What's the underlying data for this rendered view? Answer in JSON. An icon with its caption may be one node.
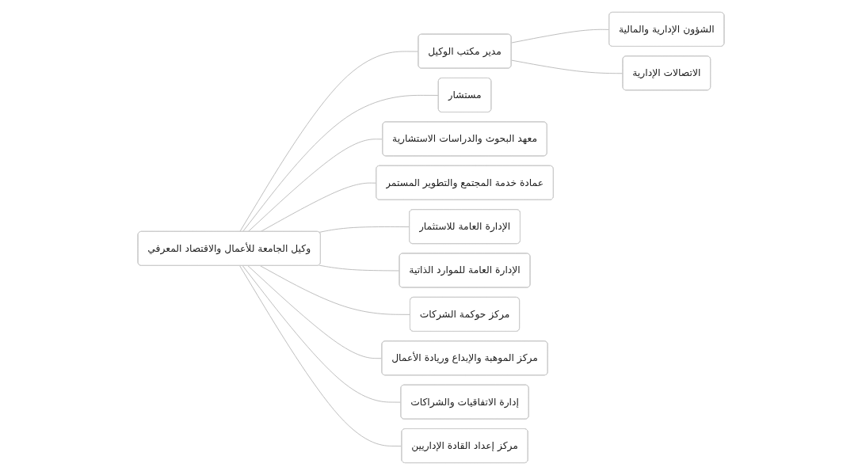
{
  "diagram": {
    "nodes": [
      {
        "text": [
          "وكيل الجامعة للأعمال والاقتصاد المعرفي"
        ]
      },
      {
        "text": [
          "مدير مكتب الوكيل"
        ]
      },
      {
        "text": [
          "مستشار"
        ]
      },
      {
        "text": [
          "الشؤون الإدارية والمالية"
        ]
      },
      {
        "text": [
          "معهد البحوث والدراسات الاستشارية"
        ]
      },
      {
        "text": [
          "الاتصالات الإدارية"
        ]
      },
      {
        "text": [
          "عمادة خدمة المجتمع والتطوير المستمر"
        ]
      },
      {
        "text": [
          "الإدارة العامة للاستثمار"
        ]
      },
      {
        "text": [
          "الإدارة العامة للموارد الذاتية"
        ]
      },
      {
        "text": [
          "مركز حوكمة الشركات"
        ]
      },
      {
        "text": [
          "مركز الموهبة والإبداع وريادة الأعمال"
        ]
      },
      {
        "text": [
          "إدارة الاتفاقيات والشراكات"
        ]
      },
      {
        "text": [
          "مركز إعداد القادة الإداريين"
        ]
      }
    ],
    "edges": [
      {
        "from": 0,
        "to": 1,
        "arrow": "none"
      },
      {
        "from": 0,
        "to": 2,
        "arrow": "none"
      },
      {
        "from": 1,
        "to": 3,
        "arrow": "none"
      },
      {
        "from": 1,
        "to": 5,
        "arrow": "none"
      },
      {
        "from": 0,
        "to": 4,
        "arrow": "none"
      },
      {
        "from": 0,
        "to": 6,
        "arrow": "none"
      },
      {
        "from": 0,
        "to": 7,
        "arrow": "none"
      },
      {
        "from": 0,
        "to": 8,
        "arrow": "none"
      },
      {
        "from": 0,
        "to": 9,
        "arrow": "none"
      },
      {
        "from": 0,
        "to": 10,
        "arrow": "none"
      },
      {
        "from": 0,
        "to": 11,
        "arrow": "none"
      },
      {
        "from": 0,
        "to": 12,
        "arrow": "none"
      }
    ]
  }
}
